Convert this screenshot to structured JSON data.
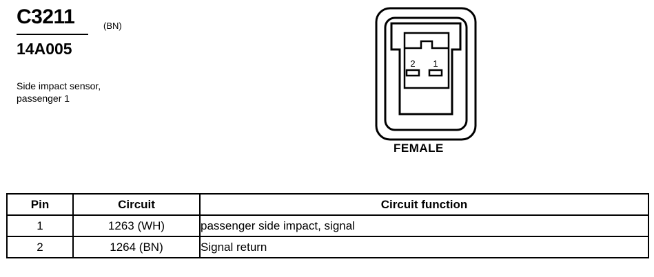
{
  "connector": {
    "id": "C3211",
    "color_code": "(BN)",
    "part_number": "14A005",
    "description_lines": [
      "Side impact sensor,",
      "passenger 1"
    ],
    "pin_labels": [
      "2",
      "1"
    ],
    "gender": "FEMALE"
  },
  "table": {
    "headers": {
      "pin": "Pin",
      "circuit": "Circuit",
      "function": "Circuit function"
    },
    "rows": [
      {
        "pin": "1",
        "circuit": "1263 (WH)",
        "function": "passenger side impact, signal"
      },
      {
        "pin": "2",
        "circuit": "1264 (BN)",
        "function": "Signal return"
      }
    ]
  }
}
